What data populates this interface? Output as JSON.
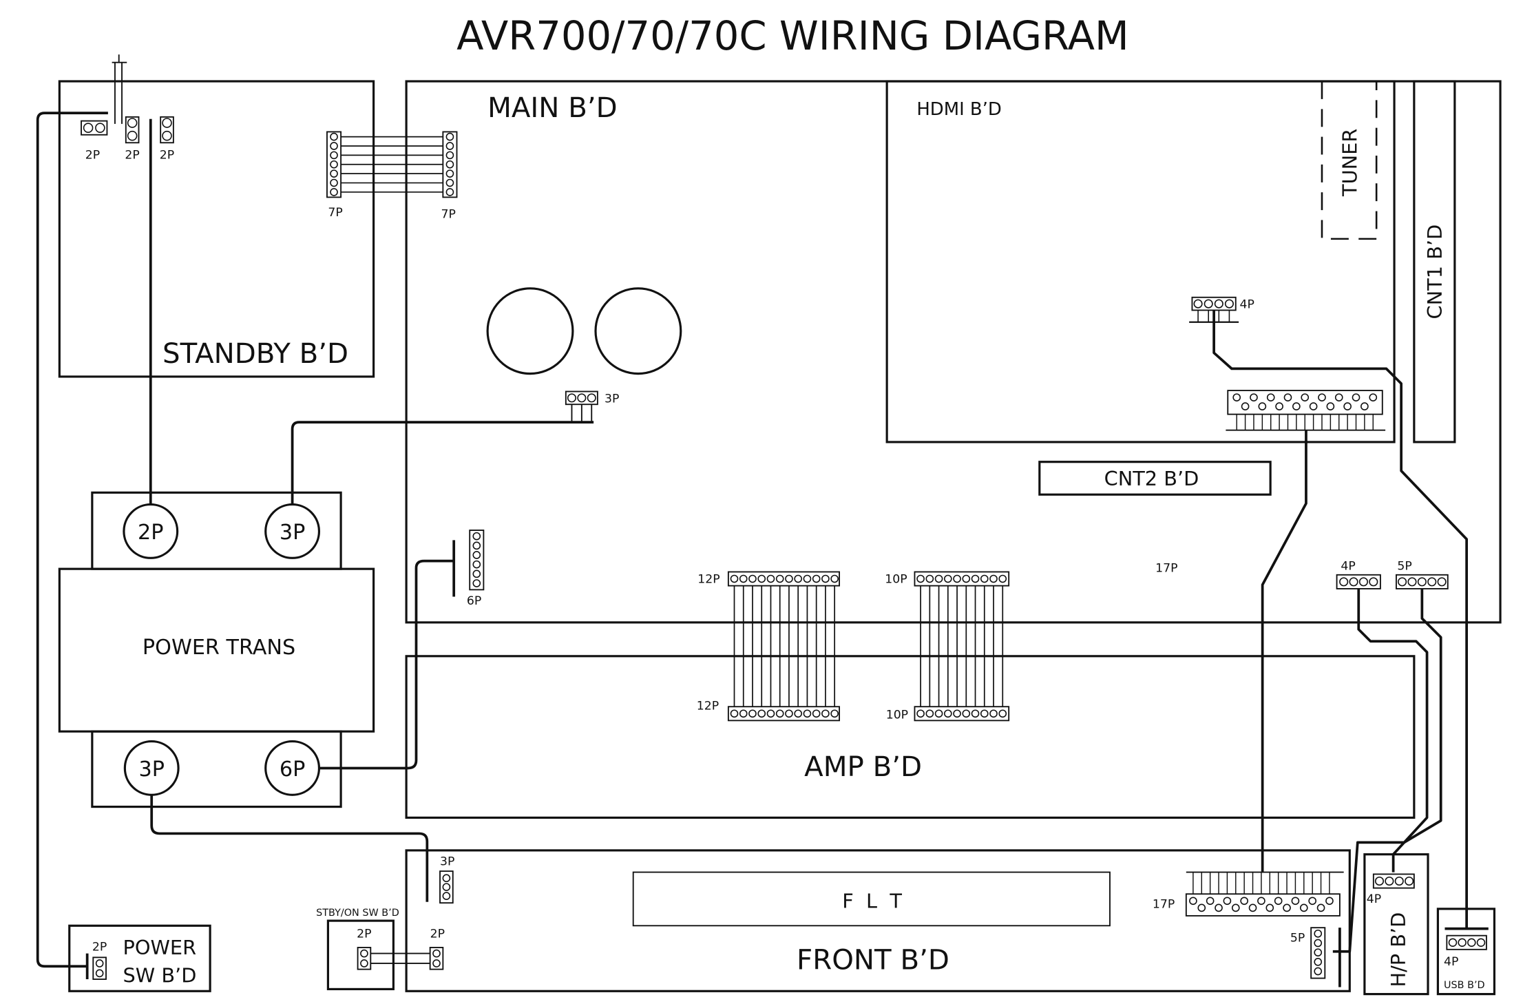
{
  "title": "AVR700/70/70C WIRING DIAGRAM",
  "boards": {
    "standby": "STANDBY B’D",
    "main": "MAIN B’D",
    "hdmi": "HDMI B’D",
    "tuner": "TUNER",
    "cnt1": "CNT1 B’D",
    "cnt2": "CNT2 B’D",
    "power_trans": "POWER TRANS",
    "amp": "AMP B’D",
    "front": "FRONT B’D",
    "flt": "F  L  T",
    "power_sw_line1": "POWER",
    "power_sw_line2": "SW B’D",
    "stby_sw": "STBY/ON SW B’D",
    "hp": "H/P B’D",
    "usb": "USB B’D"
  },
  "connector_labels": {
    "standby_2p_a": "2P",
    "standby_2p_b": "2P",
    "standby_2p_c": "2P",
    "standby_7p": "7P",
    "main_7p": "7P",
    "main_3p": "3P",
    "main_6p": "6P",
    "main_12p": "12P",
    "main_10p": "10P",
    "main_17p": "17P",
    "main_4p": "4P",
    "main_5p": "5P",
    "hdmi_4p": "4P",
    "amp_12p": "12P",
    "amp_10p": "10P",
    "trans_2p": "2P",
    "trans_3p_top": "3P",
    "trans_3p_bottom": "3P",
    "trans_6p": "6P",
    "front_3p": "3P",
    "front_2p": "2P",
    "front_17p": "17P",
    "front_5p": "5P",
    "stby_sw_2p": "2P",
    "power_sw_2p": "2P",
    "hp_4p": "4P",
    "usb_4p": "4P"
  }
}
